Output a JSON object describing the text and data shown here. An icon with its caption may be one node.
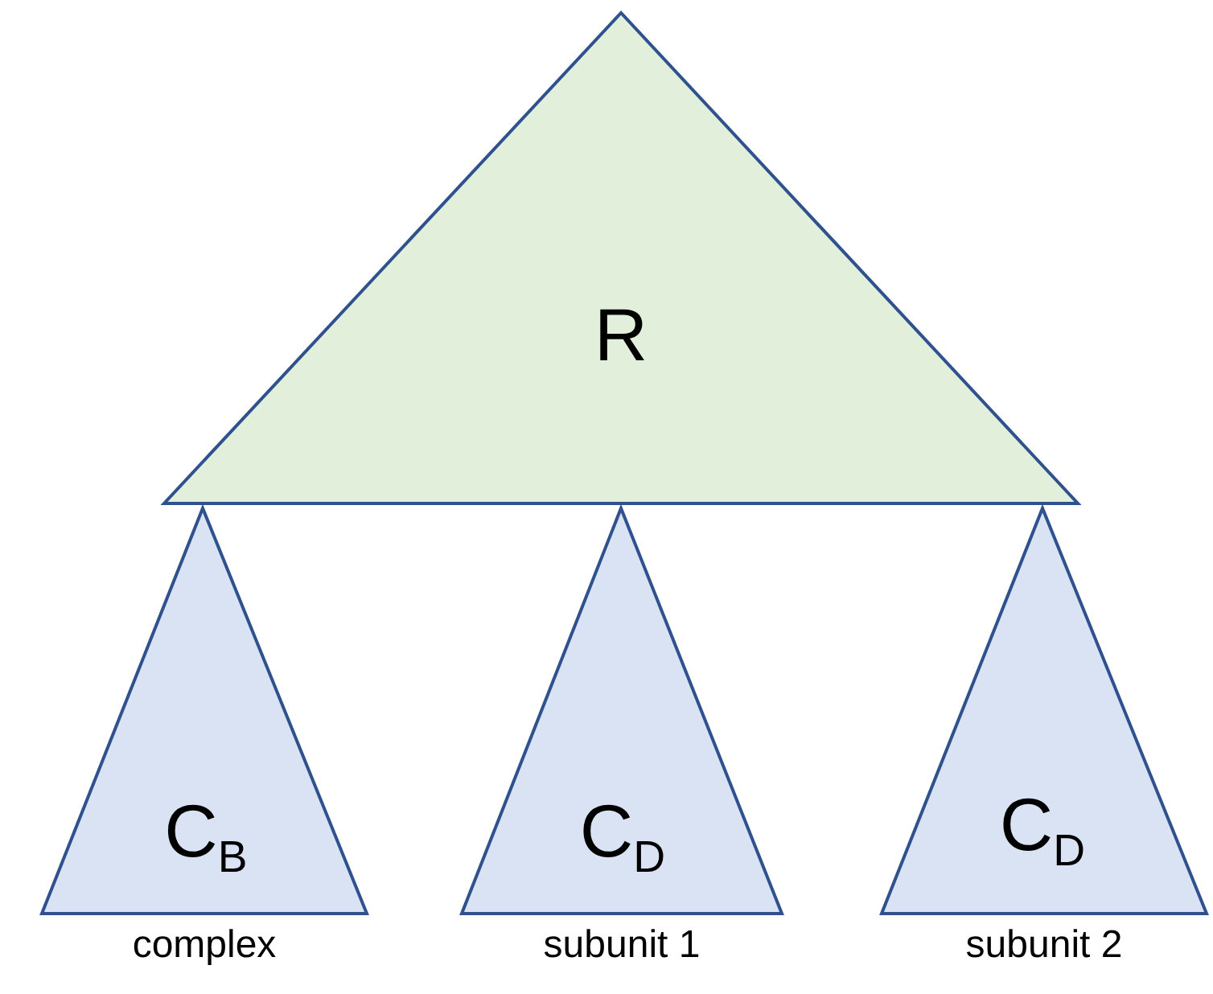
{
  "diagram": {
    "nodes": [
      {
        "text": [
          "R"
        ]
      },
      {
        "text": [
          "C$_{B}$"
        ],
        "beside": [
          "complex"
        ]
      },
      {
        "text": [
          "C$_{D}$"
        ],
        "beside": [
          "subunit 1"
        ]
      },
      {
        "text": [
          "C$_{D}$"
        ],
        "beside": [
          "subunit 2"
        ]
      }
    ]
  }
}
